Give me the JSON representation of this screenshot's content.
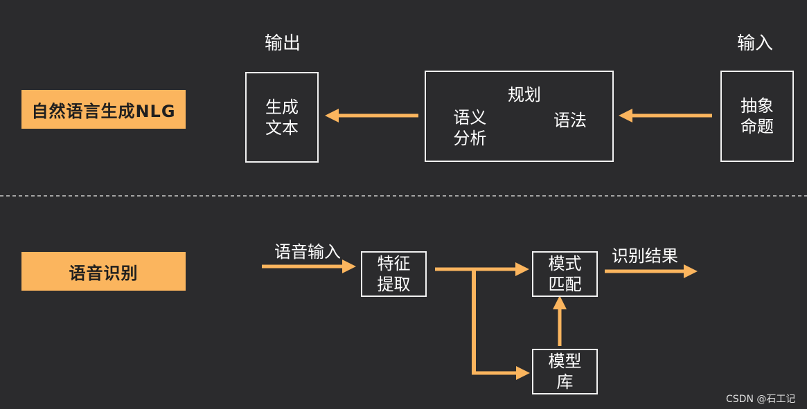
{
  "top": {
    "section_label": "自然语言生成NLG",
    "output_heading": "输出",
    "input_heading": "输入",
    "output_box": "生成文本",
    "plan_box": {
      "title": "规划",
      "left": "语义分析",
      "right": "语法"
    },
    "input_box": "抽象命题"
  },
  "bottom": {
    "section_label": "语音识别",
    "input_label": "语音输入",
    "feature_box": "特征提取",
    "match_box": "模式匹配",
    "model_box": "模型库",
    "result_label": "识别结果"
  },
  "watermark": "CSDN @石工记",
  "colors": {
    "background": "#2b2b2d",
    "accent": "#fbb55e",
    "box_border": "#f2f2f2",
    "divider": "#cccccc"
  }
}
